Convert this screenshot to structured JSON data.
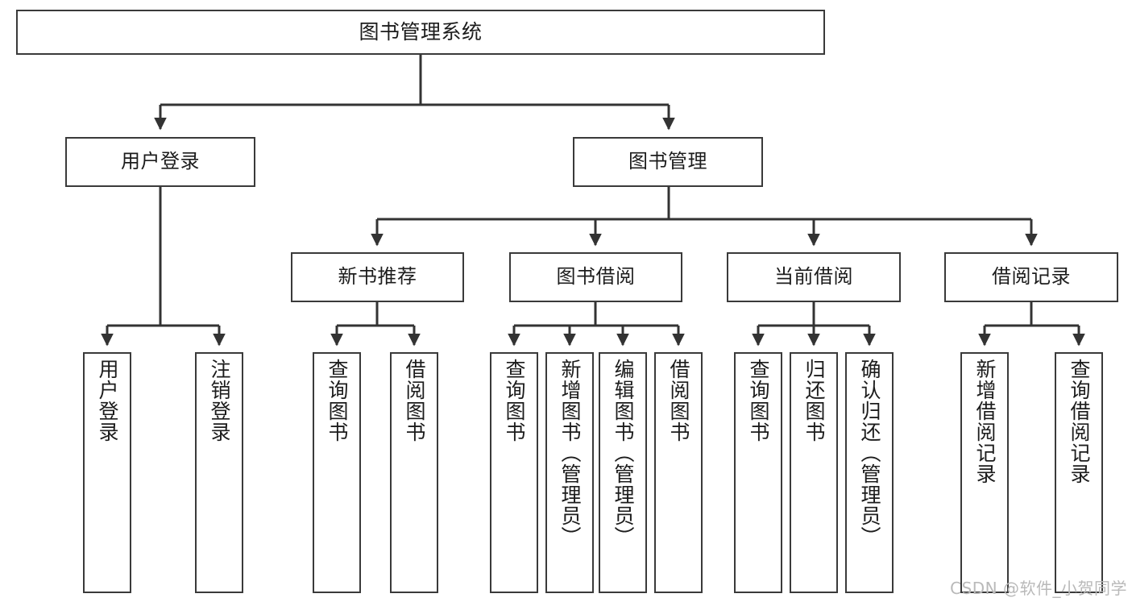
{
  "diagram": {
    "title": "图书管理系统",
    "watermark": "CSDN @软件_小贺同学",
    "colors": {
      "box_border": "#3a3a3a",
      "box_fill": "#ffffff",
      "edge": "#333333",
      "text": "#1c1c1c",
      "watermark": "#b9b9b9",
      "background": "#ffffff"
    },
    "root": {
      "label": "图书管理系统"
    },
    "level1": [
      {
        "label": "用户登录"
      },
      {
        "label": "图书管理"
      }
    ],
    "level2": [
      {
        "label": "新书推荐"
      },
      {
        "label": "图书借阅"
      },
      {
        "label": "当前借阅"
      },
      {
        "label": "借阅记录"
      }
    ],
    "leaves": {
      "user_login": [
        {
          "label": "用户登录"
        },
        {
          "label": "注销登录"
        }
      ],
      "new_book_recommend": [
        {
          "label": "查询图书"
        },
        {
          "label": "借阅图书"
        }
      ],
      "book_borrow": [
        {
          "label": "查询图书"
        },
        {
          "label": "新增图书（管理员）"
        },
        {
          "label": "编辑图书（管理员）"
        },
        {
          "label": "借阅图书"
        }
      ],
      "current_borrow": [
        {
          "label": "查询图书"
        },
        {
          "label": "归还图书"
        },
        {
          "label": "确认归还（管理员）"
        }
      ],
      "borrow_record": [
        {
          "label": "新增借阅记录"
        },
        {
          "label": "查询借阅记录"
        }
      ]
    }
  }
}
